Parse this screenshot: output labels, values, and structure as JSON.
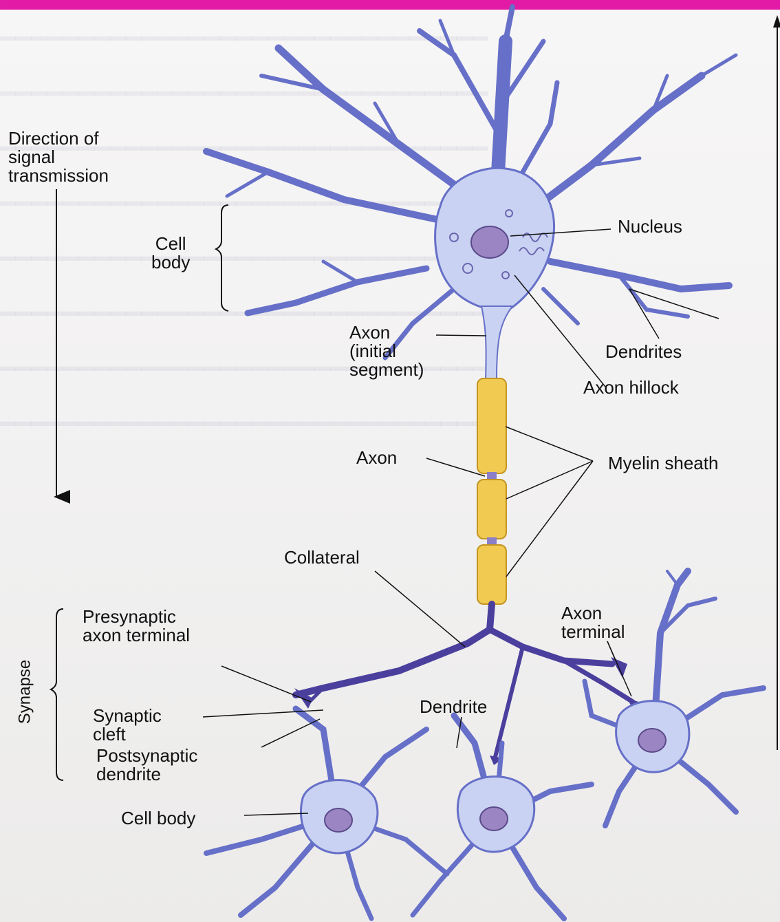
{
  "labels": {
    "direction": [
      "Direction of",
      "signal",
      "transmission"
    ],
    "cell_body_top": [
      "Cell",
      "body"
    ],
    "nucleus": "Nucleus",
    "axon_initial": [
      "Axon",
      "(initial",
      "segment)"
    ],
    "dendrites": "Dendrites",
    "axon_hillock": "Axon hillock",
    "axon": "Axon",
    "myelin_sheath": "Myelin sheath",
    "collateral": "Collateral",
    "presynaptic": [
      "Presynaptic",
      "axon terminal"
    ],
    "axon_terminal": [
      "Axon",
      "terminal"
    ],
    "synapse": "Synapse",
    "synaptic_cleft": [
      "Synaptic",
      "cleft"
    ],
    "dendrite": "Dendrite",
    "postsynaptic": [
      "Postsynaptic",
      "dendrite"
    ],
    "cell_body_bottom": "Cell body"
  },
  "colors": {
    "cell_fill": "#c9d2f2",
    "cell_stroke": "#6670c8",
    "nucleus_fill": "#9b85c2",
    "myelin_fill": "#f1ca52",
    "axon_terminal_fill": "#4b3f9e",
    "slide_border": "#e31aa5"
  }
}
